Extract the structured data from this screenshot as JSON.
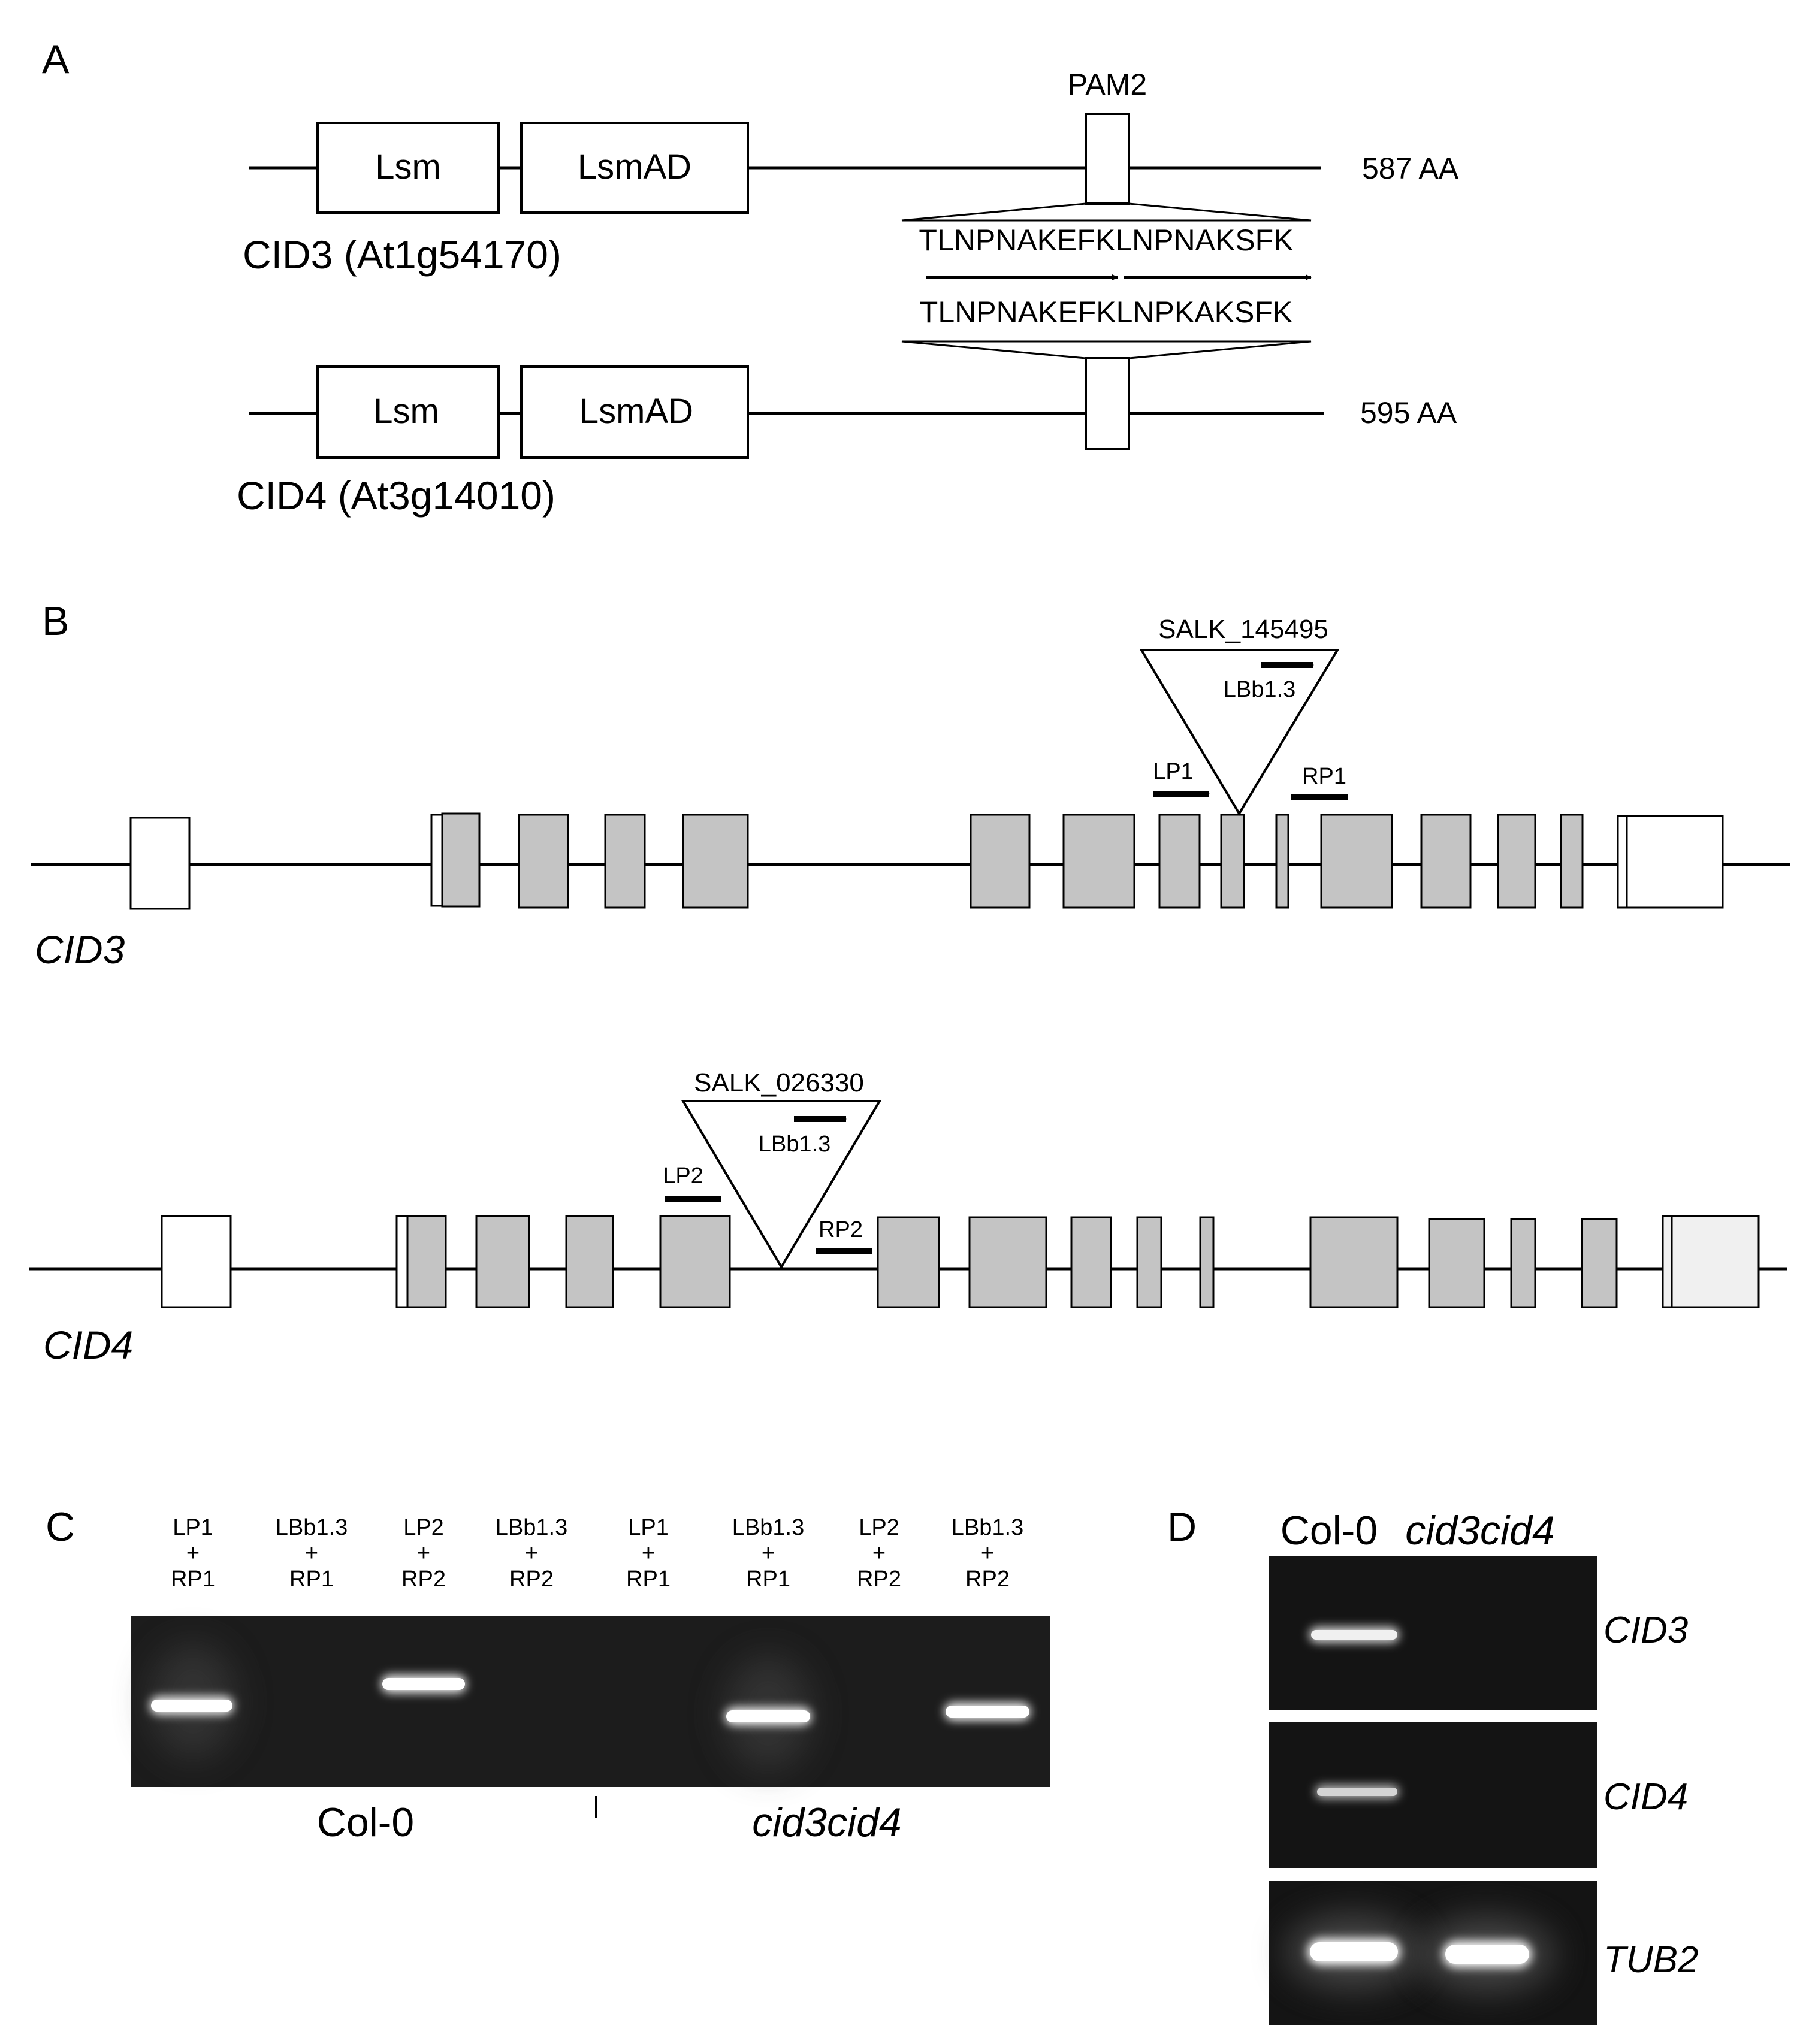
{
  "panels": {
    "a": "A",
    "b": "B",
    "c": "C",
    "d": "D"
  },
  "panel_a": {
    "domains": {
      "lsm": "Lsm",
      "lsmad": "LsmAD",
      "pam2": "PAM2"
    },
    "cid3": {
      "name": "CID3 (At1g54170)",
      "length": "587 AA"
    },
    "cid4": {
      "name": "CID4 (At3g14010)",
      "length": "595 AA"
    },
    "seq_cid3": "TLNPNAKEFKLNPNAKSFK",
    "seq_cid4": "TLNPNAKEFKLNPKAKSFK"
  },
  "panel_b": {
    "cid3": {
      "gene": "CID3",
      "insertion": "SALK_145495",
      "primers": {
        "lb": "LBb1.3",
        "lp": "LP1",
        "rp": "RP1"
      }
    },
    "cid4": {
      "gene": "CID4",
      "insertion": "SALK_026330",
      "primers": {
        "lb": "LBb1.3",
        "lp": "LP2",
        "rp": "RP2"
      }
    }
  },
  "panel_c": {
    "lanes": [
      {
        "top": "LP1",
        "plus": "+",
        "bottom": "RP1"
      },
      {
        "top": "LBb1.3",
        "plus": "+",
        "bottom": "RP1"
      },
      {
        "top": "LP2",
        "plus": "+",
        "bottom": "RP2"
      },
      {
        "top": "LBb1.3",
        "plus": "+",
        "bottom": "RP2"
      },
      {
        "top": "LP1",
        "plus": "+",
        "bottom": "RP1"
      },
      {
        "top": "LBb1.3",
        "plus": "+",
        "bottom": "RP1"
      },
      {
        "top": "LP2",
        "plus": "+",
        "bottom": "RP2"
      },
      {
        "top": "LBb1.3",
        "plus": "+",
        "bottom": "RP2"
      }
    ],
    "genotypes": {
      "wt": "Col-0",
      "mutant": "cid3cid4"
    }
  },
  "panel_d": {
    "genotypes": {
      "wt": "Col-0",
      "mutant": "cid3cid4"
    },
    "genes": [
      "CID3",
      "CID4",
      "TUB2"
    ]
  }
}
